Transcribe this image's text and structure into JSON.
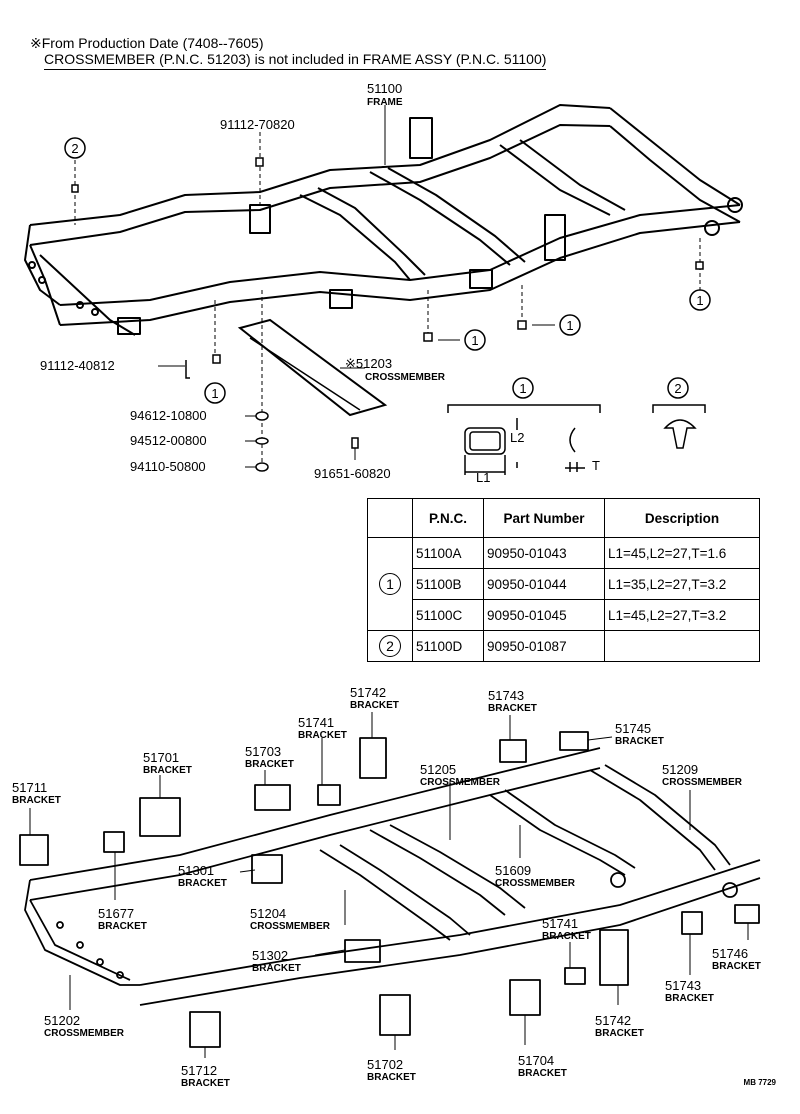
{
  "notes": {
    "line1": "※From Production Date (7408--7605)",
    "line2": "CROSSMEMBER (P.N.C. 51203) is not included in FRAME ASSY (P.N.C. 51100)"
  },
  "top_labels": {
    "frame_num": "51100",
    "frame_lbl": "FRAME",
    "bolt_top": "91112-70820",
    "bolt_left": "91112-40812",
    "cross_num": "※51203",
    "cross_lbl": "CROSSMEMBER",
    "washer1": "94612-10800",
    "washer2": "94512-00800",
    "nut": "94110-50800",
    "bolt_bottom": "91651-60820",
    "circle1": "1",
    "circle2": "2",
    "dim_l1": "L1",
    "dim_l2": "L2",
    "dim_t": "T"
  },
  "table": {
    "headers": [
      "P.N.C.",
      "Part Number",
      "Description"
    ],
    "rows": [
      {
        "group": "1",
        "pnc": "51100A",
        "part": "90950-01043",
        "desc": "L1=45,L2=27,T=1.6"
      },
      {
        "group": "",
        "pnc": "51100B",
        "part": "90950-01044",
        "desc": "L1=35,L2=27,T=3.2"
      },
      {
        "group": "",
        "pnc": "51100C",
        "part": "90950-01045",
        "desc": "L1=45,L2=27,T=3.2"
      },
      {
        "group": "2",
        "pnc": "51100D",
        "part": "90950-01087",
        "desc": ""
      }
    ]
  },
  "bottom_labels": [
    {
      "num": "51742",
      "lbl": "BRACKET"
    },
    {
      "num": "51743",
      "lbl": "BRACKET"
    },
    {
      "num": "51745",
      "lbl": "BRACKET"
    },
    {
      "num": "51741",
      "lbl": "BRACKET"
    },
    {
      "num": "51701",
      "lbl": "BRACKET"
    },
    {
      "num": "51703",
      "lbl": "BRACKET"
    },
    {
      "num": "51205",
      "lbl": "CROSSMEMBER"
    },
    {
      "num": "51209",
      "lbl": "CROSSMEMBER"
    },
    {
      "num": "51711",
      "lbl": "BRACKET"
    },
    {
      "num": "51301",
      "lbl": "BRACKET"
    },
    {
      "num": "51609",
      "lbl": "CROSSMEMBER"
    },
    {
      "num": "51677",
      "lbl": "BRACKET"
    },
    {
      "num": "51204",
      "lbl": "CROSSMEMBER"
    },
    {
      "num": "51741",
      "lbl": "BRACKET"
    },
    {
      "num": "51302",
      "lbl": "BRACKET"
    },
    {
      "num": "51746",
      "lbl": "BRACKET"
    },
    {
      "num": "51743",
      "lbl": "BRACKET"
    },
    {
      "num": "51202",
      "lbl": "CROSSMEMBER"
    },
    {
      "num": "51742",
      "lbl": "BRACKET"
    },
    {
      "num": "51704",
      "lbl": "BRACKET"
    },
    {
      "num": "51712",
      "lbl": "BRACKET"
    },
    {
      "num": "51702",
      "lbl": "BRACKET"
    }
  ],
  "footer": "MB 7729"
}
